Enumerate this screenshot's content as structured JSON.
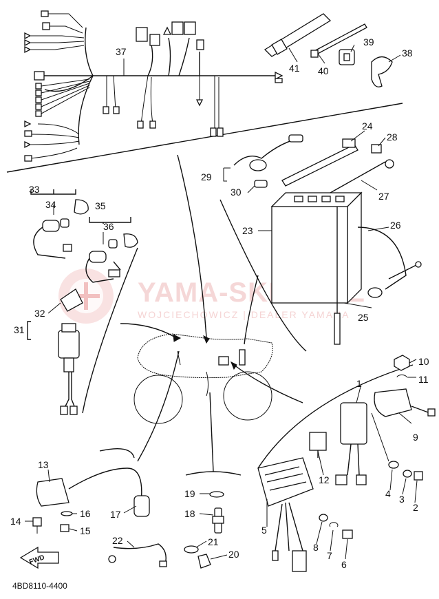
{
  "diagram": {
    "part_numbers": [
      "1",
      "2",
      "3",
      "4",
      "5",
      "6",
      "7",
      "8",
      "9",
      "10",
      "11",
      "12",
      "13",
      "14",
      "15",
      "16",
      "17",
      "18",
      "19",
      "20",
      "21",
      "22",
      "23",
      "24",
      "25",
      "26",
      "27",
      "28",
      "29",
      "30",
      "31",
      "32",
      "33",
      "34",
      "35",
      "36",
      "37",
      "38",
      "39",
      "40",
      "41"
    ],
    "drawing_code": "4BD8110-4400",
    "direction_marker": "FWD",
    "watermark": {
      "title": "YAMA-SKLEP.PL",
      "subtitle": "WOJCIECHOWICZ | DEALER YAMAHA"
    }
  }
}
